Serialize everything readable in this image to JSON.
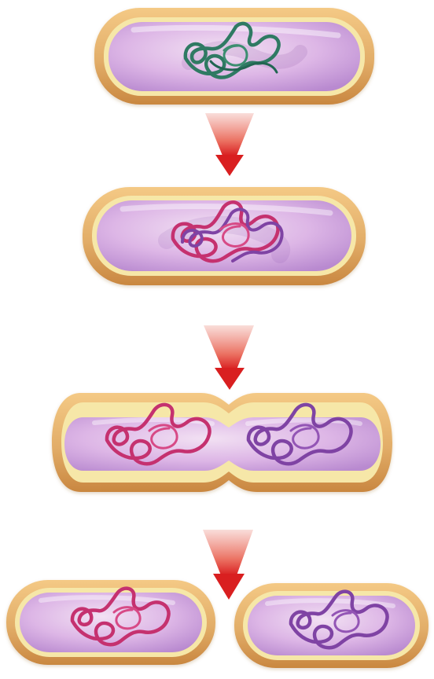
{
  "diagram": {
    "caption": "",
    "stages": [
      {
        "id": "stage-1",
        "description": ""
      },
      {
        "id": "stage-2",
        "description": ""
      },
      {
        "id": "stage-3",
        "description": ""
      },
      {
        "id": "stage-4",
        "description": ""
      }
    ]
  },
  "colors": {
    "background": "#ffffff",
    "cell_wall": "#e2ad68",
    "cell_wall_dark": "#c98740",
    "membrane": "#f6e7a8",
    "cytoplasm": "#ddb6e6",
    "cytoplasm_dark": "#b98ad0",
    "dna_original": "#2f7a63",
    "dna_copy_a": "#c5316f",
    "dna_copy_b": "#7f43a4",
    "arrow": "#d91f20",
    "arrow_fade": "#f5b3ac"
  },
  "icons": {
    "arrow": "down-arrow-icon",
    "chromosome": "circular-dna-icon"
  }
}
